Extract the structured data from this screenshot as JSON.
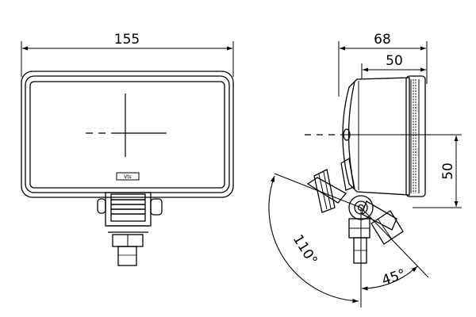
{
  "drawing": {
    "front_view": {
      "width_label": "155",
      "logo_text": "Vts"
    },
    "side_view": {
      "depth_label": "68",
      "housing_depth_label": "50",
      "height_label": "50",
      "tilt_angle_label": "110°",
      "swivel_angle_label": "45°"
    }
  }
}
